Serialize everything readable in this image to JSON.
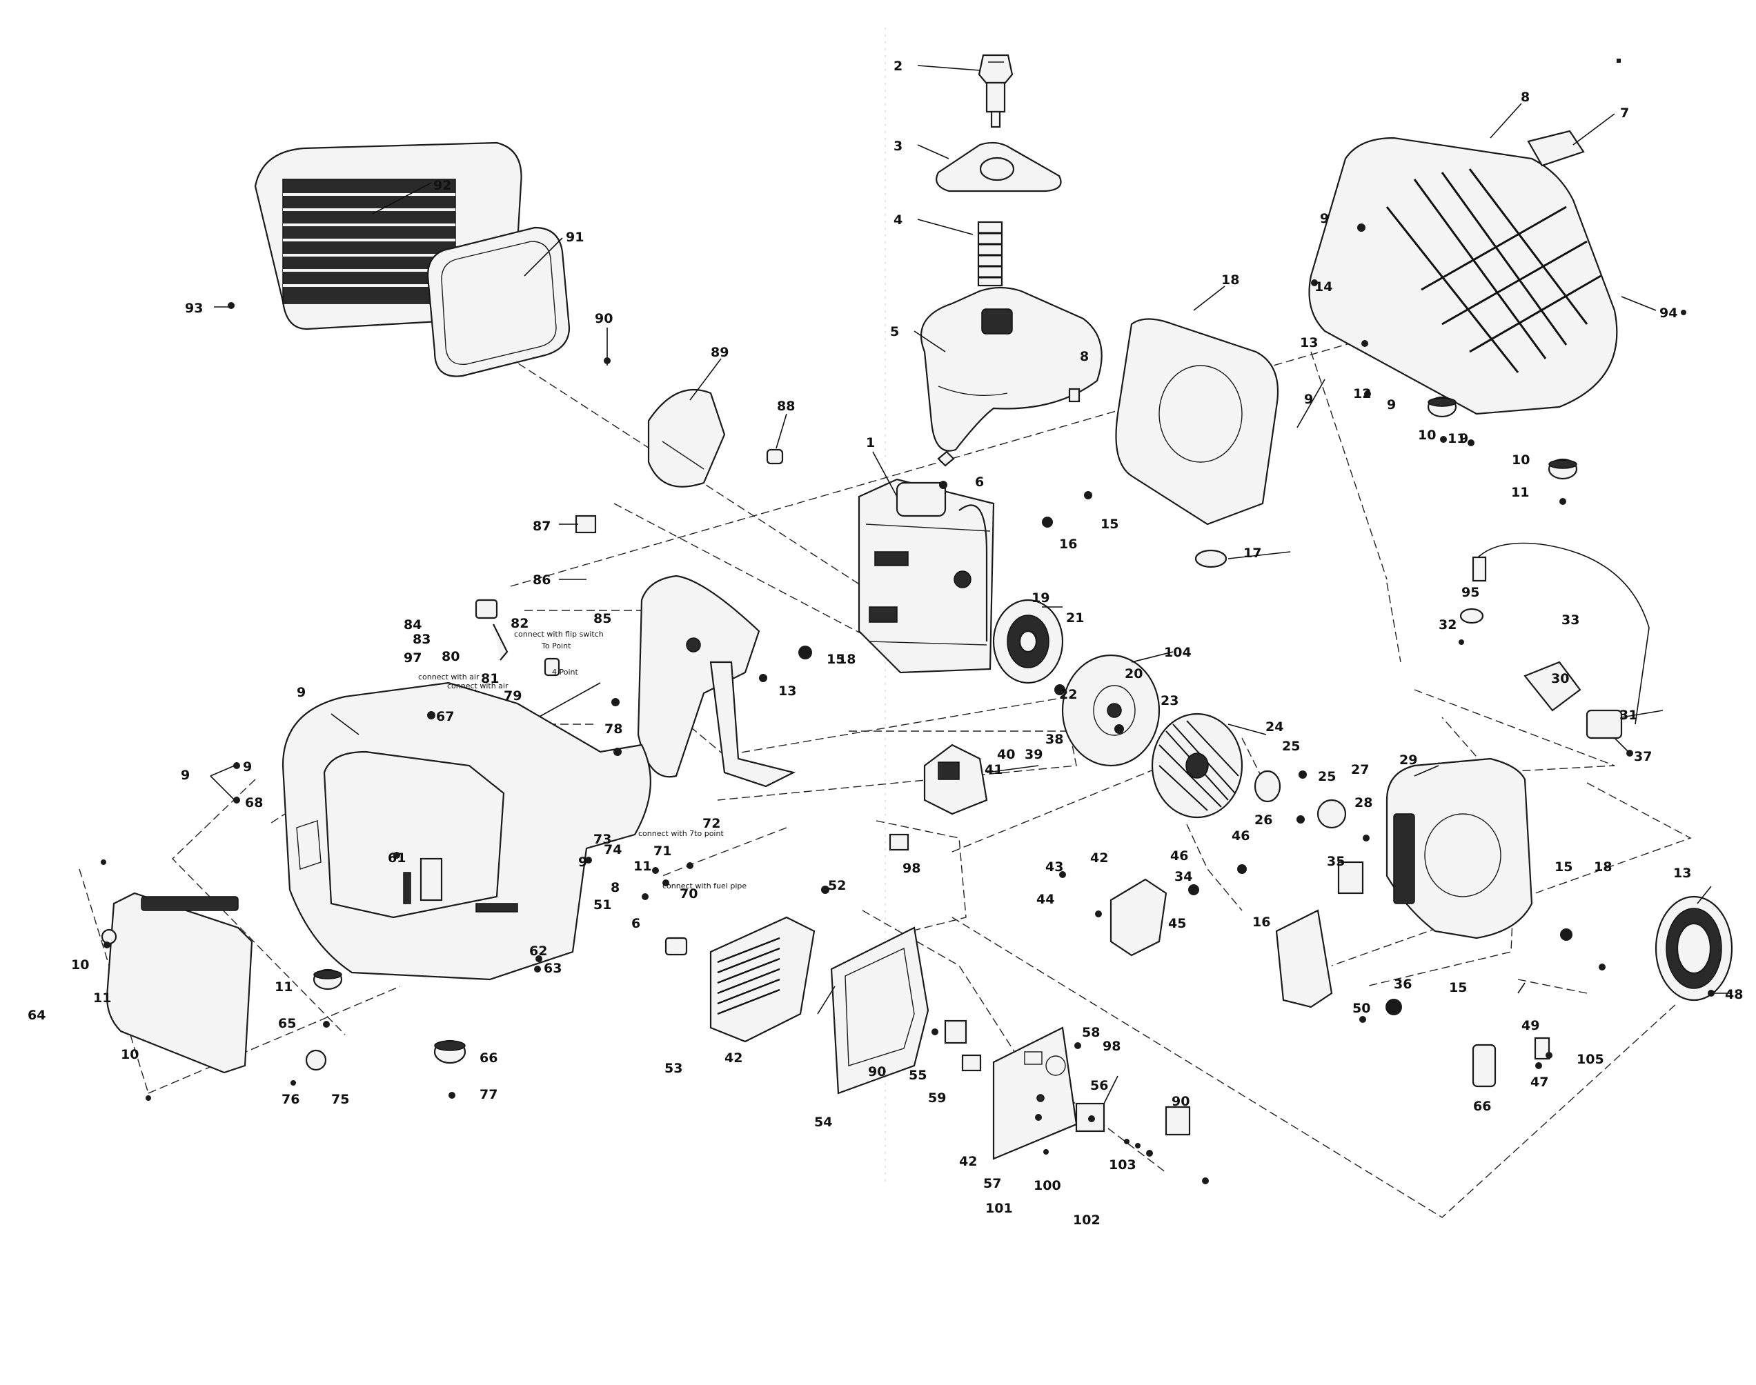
{
  "diagram": {
    "callouts": [
      {
        "id": "c2",
        "text": "2"
      },
      {
        "id": "c3",
        "text": "3"
      },
      {
        "id": "c4",
        "text": "4"
      },
      {
        "id": "c5",
        "text": "5"
      },
      {
        "id": "c8a",
        "text": "8"
      },
      {
        "id": "c6",
        "text": "6"
      },
      {
        "id": "c1",
        "text": "1"
      },
      {
        "id": "c92",
        "text": "92"
      },
      {
        "id": "c91",
        "text": "91"
      },
      {
        "id": "c93",
        "text": "93"
      },
      {
        "id": "c90",
        "text": "90"
      },
      {
        "id": "c89",
        "text": "89"
      },
      {
        "id": "c88",
        "text": "88"
      },
      {
        "id": "c87",
        "text": "87"
      },
      {
        "id": "c86",
        "text": "86"
      },
      {
        "id": "c85",
        "text": "85"
      },
      {
        "id": "c84a",
        "text": "84"
      },
      {
        "id": "c83a",
        "text": "83"
      },
      {
        "id": "c82a",
        "text": "82"
      },
      {
        "id": "c97",
        "text": "97"
      },
      {
        "id": "c80",
        "text": "80"
      },
      {
        "id": "c81",
        "text": "81"
      },
      {
        "id": "c79",
        "text": "79"
      },
      {
        "id": "c78",
        "text": "78"
      },
      {
        "id": "c13a",
        "text": "13"
      },
      {
        "id": "c15a",
        "text": "15"
      },
      {
        "id": "c18a",
        "text": "18"
      },
      {
        "id": "c14",
        "text": "14"
      },
      {
        "id": "c13b",
        "text": "13"
      },
      {
        "id": "c9a",
        "text": "9"
      },
      {
        "id": "c12",
        "text": "12"
      },
      {
        "id": "c9b",
        "text": "9"
      },
      {
        "id": "c10a",
        "text": "10"
      },
      {
        "id": "c11a",
        "text": "11"
      },
      {
        "id": "c9c",
        "text": "9"
      },
      {
        "id": "c10b",
        "text": "10"
      },
      {
        "id": "c11b",
        "text": "11"
      },
      {
        "id": "c8b",
        "text": "8"
      },
      {
        "id": "c7",
        "text": "7"
      },
      {
        "id": "c9d",
        "text": "9"
      },
      {
        "id": "c94",
        "text": "94"
      },
      {
        "id": "c15b",
        "text": "15"
      },
      {
        "id": "c16a",
        "text": "16"
      },
      {
        "id": "c17",
        "text": "17"
      },
      {
        "id": "c18b",
        "text": "18"
      },
      {
        "id": "c19",
        "text": "19"
      },
      {
        "id": "c21",
        "text": "21"
      },
      {
        "id": "c104",
        "text": "104"
      },
      {
        "id": "c20",
        "text": "20"
      },
      {
        "id": "c22",
        "text": "22"
      },
      {
        "id": "c23",
        "text": "23"
      },
      {
        "id": "c24",
        "text": "24"
      },
      {
        "id": "c25a",
        "text": "25"
      },
      {
        "id": "c25b",
        "text": "25"
      },
      {
        "id": "c26",
        "text": "26"
      },
      {
        "id": "c27",
        "text": "27"
      },
      {
        "id": "c28",
        "text": "28"
      },
      {
        "id": "c29",
        "text": "29"
      },
      {
        "id": "c95",
        "text": "95"
      },
      {
        "id": "c32",
        "text": "32"
      },
      {
        "id": "c33",
        "text": "33"
      },
      {
        "id": "c30",
        "text": "30"
      },
      {
        "id": "c31",
        "text": "31"
      },
      {
        "id": "c37",
        "text": "37"
      },
      {
        "id": "c38",
        "text": "38"
      },
      {
        "id": "c39",
        "text": "39"
      },
      {
        "id": "c40",
        "text": "40"
      },
      {
        "id": "c41",
        "text": "41"
      },
      {
        "id": "c98a",
        "text": "98"
      },
      {
        "id": "c43",
        "text": "43"
      },
      {
        "id": "c42a",
        "text": "42"
      },
      {
        "id": "c44",
        "text": "44"
      },
      {
        "id": "c45",
        "text": "45"
      },
      {
        "id": "c46a",
        "text": "46"
      },
      {
        "id": "c46b",
        "text": "46"
      },
      {
        "id": "c34",
        "text": "34"
      },
      {
        "id": "c35",
        "text": "35"
      },
      {
        "id": "c16b",
        "text": "16"
      },
      {
        "id": "c15c",
        "text": "15"
      },
      {
        "id": "c18c",
        "text": "18"
      },
      {
        "id": "c36",
        "text": "36"
      },
      {
        "id": "c15d",
        "text": "15"
      },
      {
        "id": "c50",
        "text": "50"
      },
      {
        "id": "c13c",
        "text": "13"
      },
      {
        "id": "c48",
        "text": "48"
      },
      {
        "id": "c49",
        "text": "49"
      },
      {
        "id": "c105",
        "text": "105"
      },
      {
        "id": "c47",
        "text": "47"
      },
      {
        "id": "c66a",
        "text": "66"
      },
      {
        "id": "c9e",
        "text": "9"
      },
      {
        "id": "c67",
        "text": "67"
      },
      {
        "id": "c9f",
        "text": "9"
      },
      {
        "id": "c9g",
        "text": "9"
      },
      {
        "id": "c68",
        "text": "68"
      },
      {
        "id": "c9h",
        "text": "9"
      },
      {
        "id": "c61",
        "text": "61"
      },
      {
        "id": "c62",
        "text": "62"
      },
      {
        "id": "c63",
        "text": "63"
      },
      {
        "id": "c64",
        "text": "64"
      },
      {
        "id": "c10c",
        "text": "10"
      },
      {
        "id": "c11c",
        "text": "11"
      },
      {
        "id": "c10d",
        "text": "10"
      },
      {
        "id": "c11d",
        "text": "11"
      },
      {
        "id": "c65",
        "text": "65"
      },
      {
        "id": "c66b",
        "text": "66"
      },
      {
        "id": "c77",
        "text": "77"
      },
      {
        "id": "c76",
        "text": "76"
      },
      {
        "id": "c75",
        "text": "75"
      },
      {
        "id": "c74",
        "text": "74"
      },
      {
        "id": "c11e",
        "text": "11"
      },
      {
        "id": "c73",
        "text": "73"
      },
      {
        "id": "c72",
        "text": "72"
      },
      {
        "id": "c71",
        "text": "71"
      },
      {
        "id": "c70",
        "text": "70"
      },
      {
        "id": "c6b",
        "text": "6"
      },
      {
        "id": "c8c",
        "text": "8"
      },
      {
        "id": "c51",
        "text": "51"
      },
      {
        "id": "c52",
        "text": "52"
      },
      {
        "id": "c53",
        "text": "53"
      },
      {
        "id": "c42b",
        "text": "42"
      },
      {
        "id": "c54",
        "text": "54"
      },
      {
        "id": "c55",
        "text": "55"
      },
      {
        "id": "c90b",
        "text": "90"
      },
      {
        "id": "c59",
        "text": "59"
      },
      {
        "id": "c42c",
        "text": "42"
      },
      {
        "id": "c58",
        "text": "58"
      },
      {
        "id": "c98b",
        "text": "98"
      },
      {
        "id": "c56",
        "text": "56"
      },
      {
        "id": "c90c",
        "text": "90"
      },
      {
        "id": "c57",
        "text": "57"
      },
      {
        "id": "c100",
        "text": "100"
      },
      {
        "id": "c101",
        "text": "101"
      },
      {
        "id": "c102",
        "text": "102"
      },
      {
        "id": "c103",
        "text": "103"
      }
    ],
    "notes": [
      {
        "id": "n1",
        "text": "connect with flip switch"
      },
      {
        "id": "n2",
        "text": "To Point"
      },
      {
        "id": "n3",
        "text": "connect with air"
      },
      {
        "id": "n4",
        "text": "connect with air"
      },
      {
        "id": "n5",
        "text": "4 Point"
      },
      {
        "id": "n6",
        "text": "connect with 7to point"
      },
      {
        "id": "n7",
        "text": "connect with fuel pipe"
      }
    ]
  }
}
